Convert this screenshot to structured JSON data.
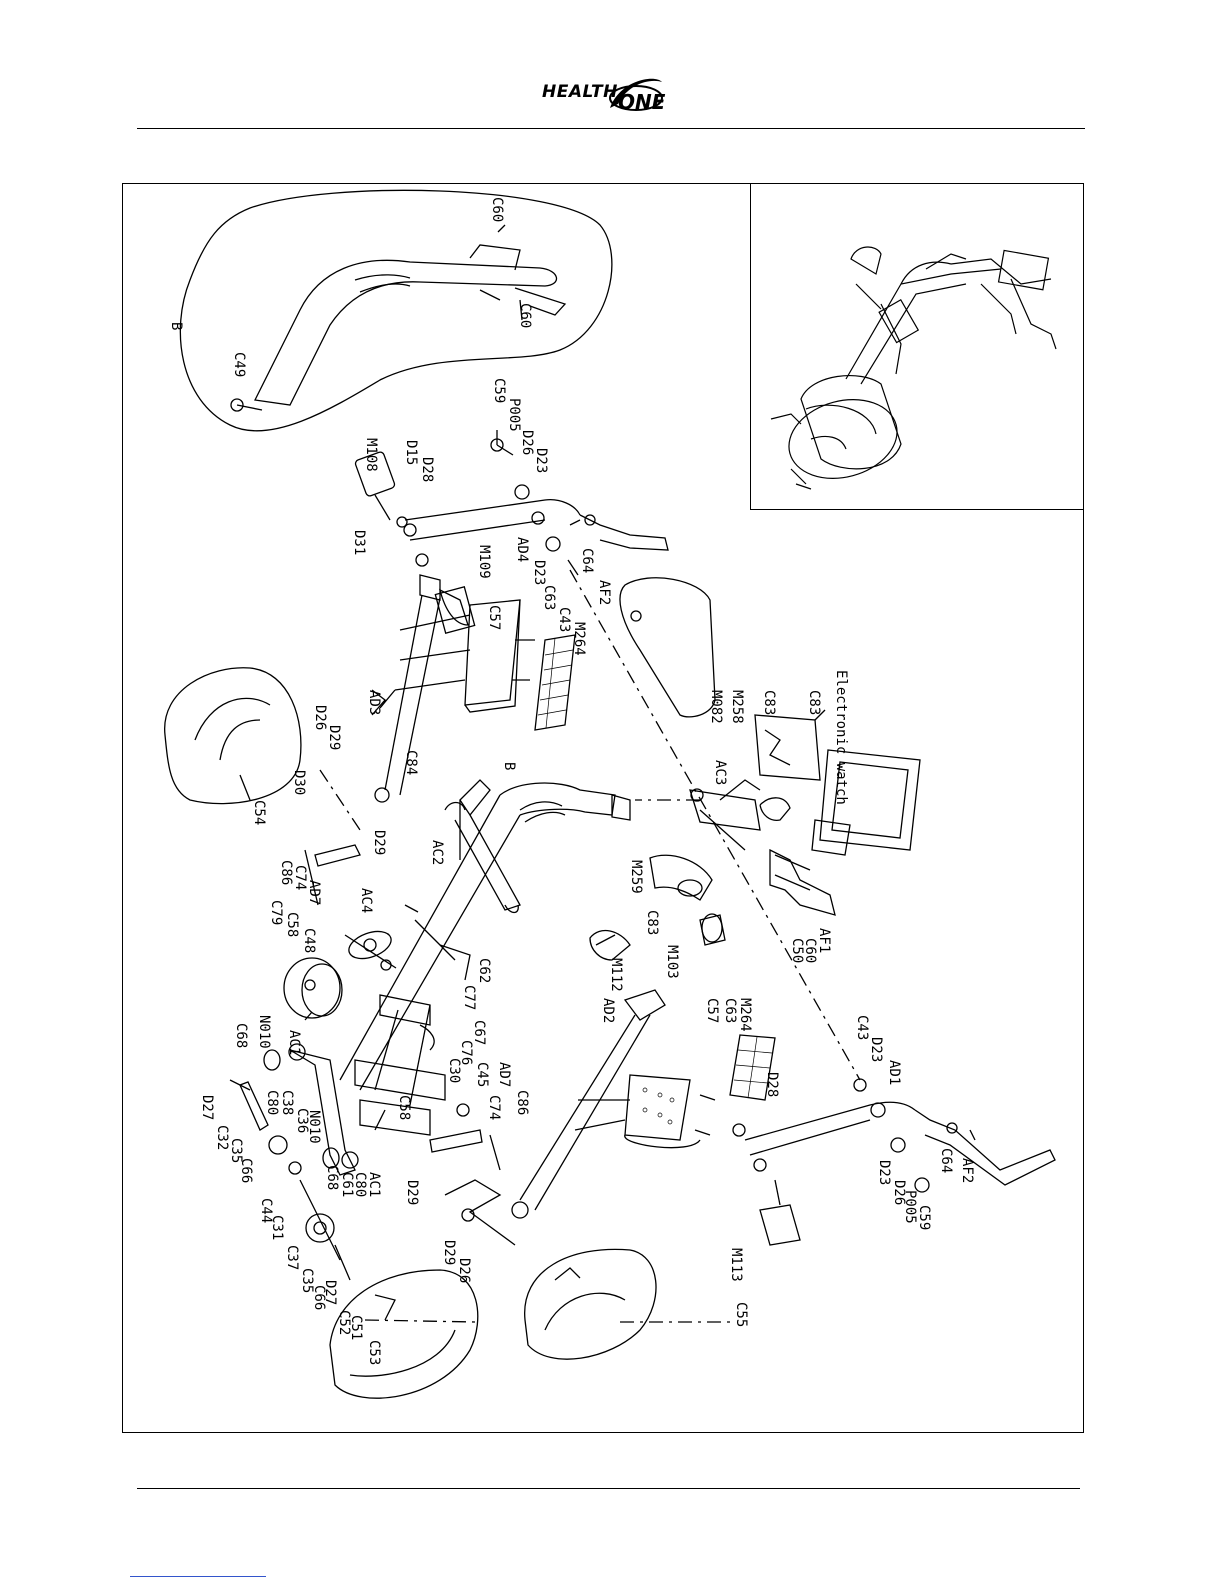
{
  "header": {
    "logo_text_1": "HEALTH",
    "logo_text_2": "ONE"
  },
  "detail_label": "B",
  "parts": {
    "C60": "C60",
    "C49": "C49",
    "M108": "M108",
    "D15": "D15",
    "D28": "D28",
    "D31": "D31",
    "M109": "M109",
    "AD4": "AD4",
    "D23": "D23",
    "D26": "D26",
    "P005": "P005",
    "C59": "C59",
    "C64": "C64",
    "AF2": "AF2",
    "C57": "C57",
    "C63": "C63",
    "C43": "C43",
    "M264": "M264",
    "M082": "M082",
    "M258": "M258",
    "C83": "C83",
    "Electronic_watch": "Electronic watch",
    "AD3": "AD3",
    "C84": "C84",
    "D29": "D29",
    "D30": "D30",
    "C54": "C54",
    "B": "B",
    "AC2": "AC2",
    "AC3": "AC3",
    "M259": "M259",
    "M103": "M103",
    "AC4": "AC4",
    "C48": "C48",
    "C58": "C58",
    "C79": "C79",
    "AD7": "AD7",
    "C74": "C74",
    "C86": "C86",
    "C62": "C62",
    "C77": "C77",
    "C67": "C67",
    "C76": "C76",
    "C30": "C30",
    "C45": "C45",
    "M112": "M112",
    "AF1": "AF1",
    "C50": "C50",
    "AD2": "AD2",
    "AD1": "AD1",
    "AC1": "AC1",
    "N010": "N010",
    "C68": "C68",
    "C80": "C80",
    "C38": "C38",
    "C36": "C36",
    "C32": "C32",
    "C35": "C35",
    "C66": "C66",
    "D27": "D27",
    "C61": "C61",
    "C44": "C44",
    "C31": "C31",
    "C37": "C37",
    "C52": "C52",
    "C51": "C51",
    "C53": "C53",
    "C55": "C55",
    "M113": "M113"
  }
}
